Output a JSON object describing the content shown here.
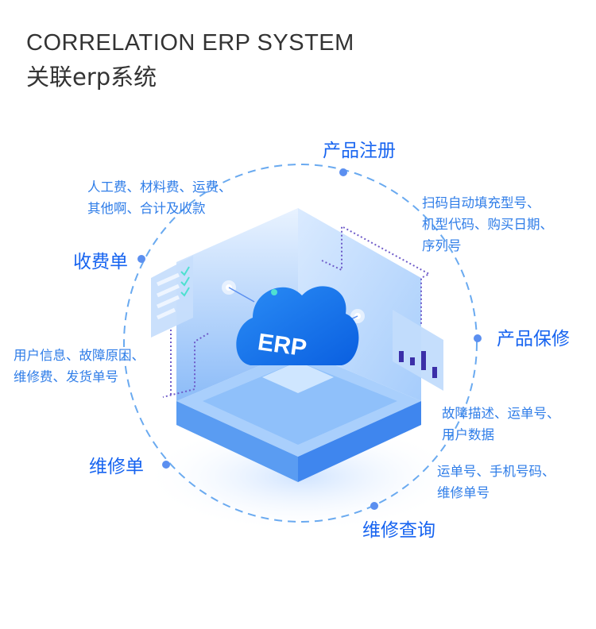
{
  "header": {
    "title_en": "CORRELATION ERP SYSTEM",
    "title_cn": "关联erp系统"
  },
  "center": {
    "label": "ERP"
  },
  "nodes": [
    {
      "label": "产品注册",
      "desc": [
        "扫码自动填充型号、",
        "机型代码、购买日期、",
        "序列号"
      ]
    },
    {
      "label": "产品保修",
      "desc": [
        "故障描述、运单号、",
        "用户数据"
      ]
    },
    {
      "label": "维修查询",
      "desc": [
        "运单号、手机号码、",
        "维修单号"
      ]
    },
    {
      "label": "维修单",
      "desc": [
        "用户信息、故障原因、",
        "维修费、发货单号"
      ]
    },
    {
      "label": "收费单",
      "desc": [
        "人工费、材料费、运费、",
        "其他啊、合计及收款"
      ]
    }
  ],
  "colors": {
    "accent": "#1764f0",
    "desc": "#2f7de8",
    "arc": "#6aaaf0",
    "dot": "#5b8ff0"
  }
}
